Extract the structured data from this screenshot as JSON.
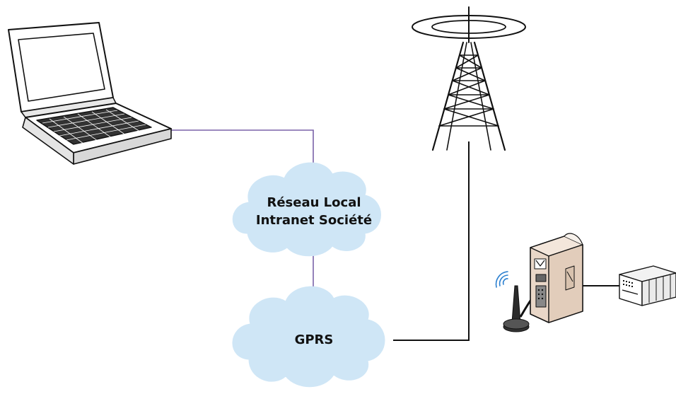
{
  "clouds": {
    "lan": {
      "line1": "Réseau Local",
      "line2": "Intranet Société"
    },
    "gprs": {
      "label": "GPRS"
    }
  },
  "colors": {
    "cloud_fill": "#cfe6f6",
    "lan_link": "#7a62a8",
    "link": "#111111",
    "modem_body": "#e9d7c8",
    "wifi_waves": "#2a7fd0"
  },
  "icons": [
    "laptop-icon",
    "radio-tower-icon",
    "gprs-modem-icon",
    "antenna-icon",
    "plc-device-icon"
  ]
}
